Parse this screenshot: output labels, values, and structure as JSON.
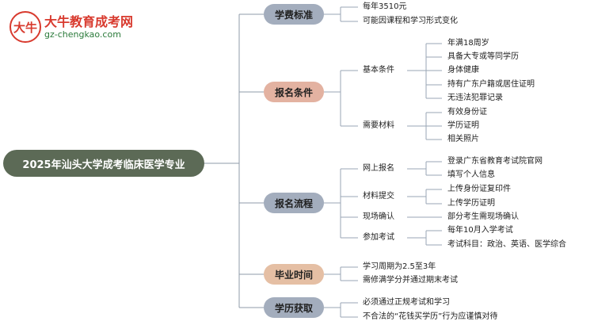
{
  "logo": {
    "mark": "大牛",
    "title": "大牛教育成考网",
    "url": "gz-chengkao.com"
  },
  "root": "2025年汕头大学成考临床医学专业",
  "categories": {
    "tuition": {
      "label": "学费标准",
      "items": [
        "每年3510元",
        "可能因课程和学习形式变化"
      ]
    },
    "requirements": {
      "label": "报名条件",
      "basic": {
        "label": "基本条件",
        "items": [
          "年满18周岁",
          "具备大专或等同学历",
          "身体健康",
          "持有广东户籍或居住证明",
          "无违法犯罪记录"
        ]
      },
      "materials": {
        "label": "需要材料",
        "items": [
          "有效身份证",
          "学历证明",
          "相关照片"
        ]
      }
    },
    "process": {
      "label": "报名流程",
      "online": {
        "label": "网上报名",
        "items": [
          "登录广东省教育考试院官网",
          "填写个人信息"
        ]
      },
      "submit": {
        "label": "材料提交",
        "items": [
          "上传身份证复印件",
          "上传学历证明"
        ]
      },
      "onsite": {
        "label": "现场确认",
        "items": [
          "部分考生需现场确认"
        ]
      },
      "exam": {
        "label": "参加考试",
        "items": [
          "每年10月入学考试",
          "考试科目：政治、英语、医学综合"
        ]
      }
    },
    "graduation": {
      "label": "毕业时间",
      "items": [
        "学习周期为2.5至3年",
        "需修满学分并通过期末考试"
      ]
    },
    "degree": {
      "label": "学历获取",
      "items": [
        "必须通过正规考试和学习",
        "不合法的“花钱买学历”行为应谨慎对待"
      ]
    }
  }
}
